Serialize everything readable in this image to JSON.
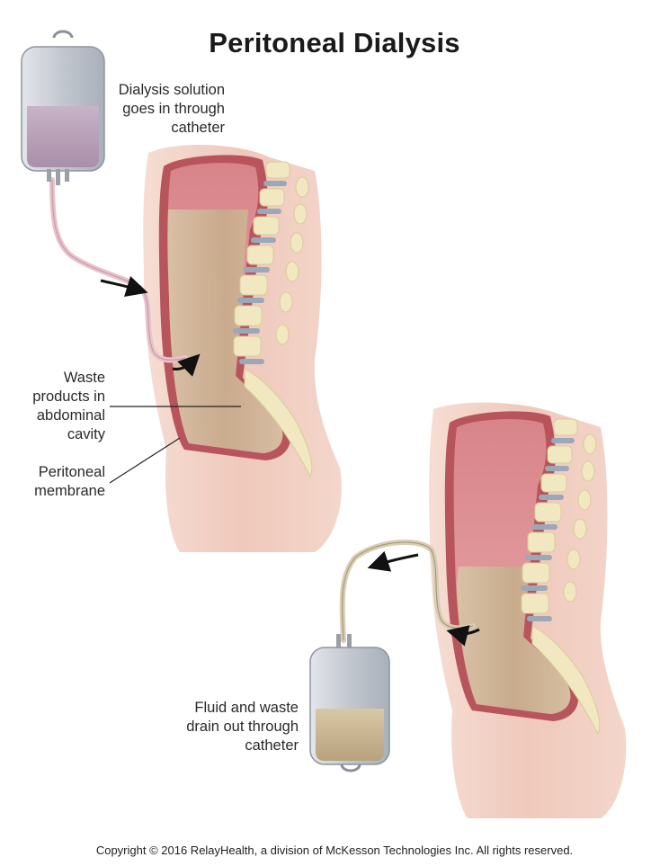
{
  "title": "Peritoneal Dialysis",
  "labels": {
    "fill": [
      "Dialysis solution",
      "goes in through",
      "catheter"
    ],
    "waste": [
      "Waste",
      "products in",
      "abdominal",
      "cavity"
    ],
    "membrane": [
      "Peritoneal",
      "membrane"
    ],
    "drain": [
      "Fluid and waste",
      "drain out through",
      "catheter"
    ]
  },
  "copyright": "Copyright © 2016 RelayHealth, a division of McKesson Technologies Inc. All rights reserved.",
  "colors": {
    "skin": "#f3d2c6",
    "cavity_wall": "#c9656b",
    "cavity_fluid": "#cdb193",
    "vertebra": "#f1e8c2",
    "disc": "#9aa8b8",
    "bag": "#cfd3da"
  }
}
